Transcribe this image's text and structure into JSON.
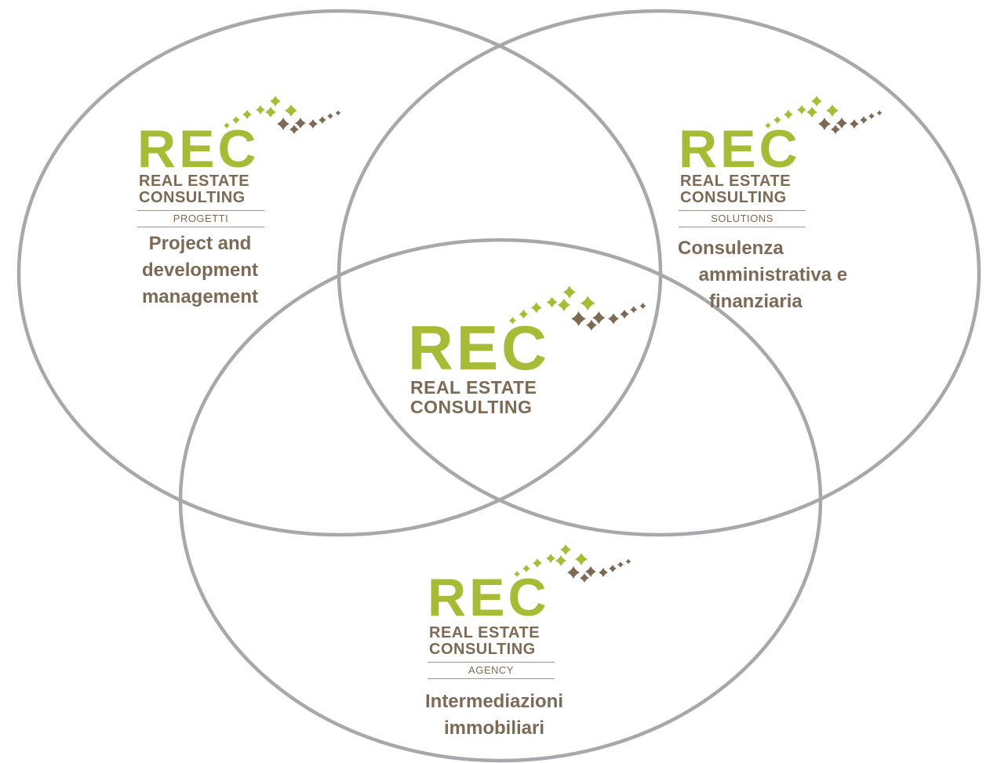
{
  "brand": {
    "mark": "REC",
    "name_line1": "REAL ESTATE",
    "name_line2": "CONSULTING",
    "green": "#a8bb36",
    "brown": "#7d6a55",
    "ring_color": "#a8a7ab"
  },
  "circles": [
    {
      "division": "PROGETTI",
      "description": "Project and\ndevelopment\nmanagement"
    },
    {
      "division": "SOLUTIONS",
      "description": "Consulenza\n    amministrativa e\n      finanziaria"
    },
    {
      "division": "AGENCY",
      "description": "Intermediazioni\nimmobiliari"
    }
  ]
}
